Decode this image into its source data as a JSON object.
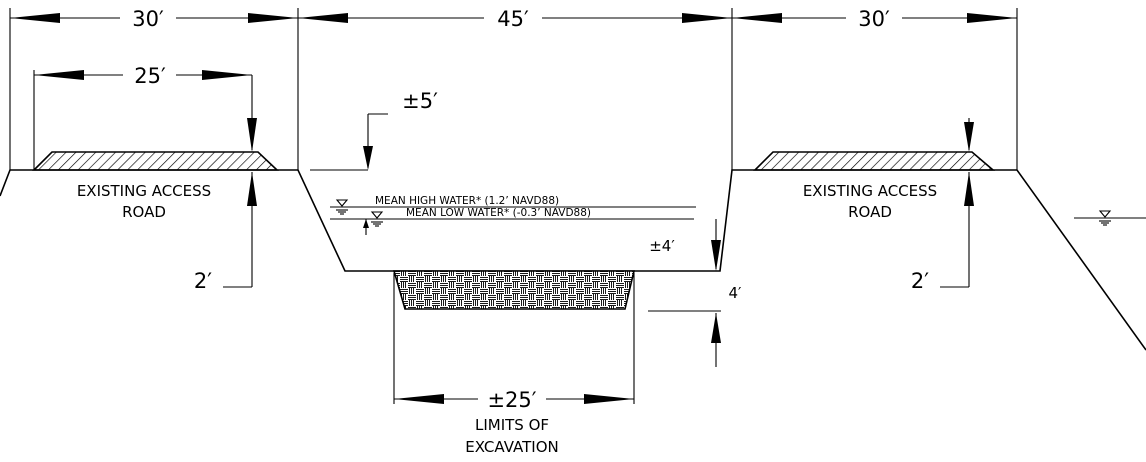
{
  "dimensions": {
    "left_section_width": "30′",
    "center_section_width": "45′",
    "right_section_width": "30′",
    "left_road_width": "25′",
    "bank_offset": "±5′",
    "water_depth": "±4′",
    "excavation_depth": "4′",
    "left_road_height": "2′",
    "right_road_height": "2′",
    "excavation_width": "±25′"
  },
  "labels": {
    "left_road_line1": "EXISTING ACCESS",
    "left_road_line2": "ROAD",
    "right_road_line1": "EXISTING ACCESS",
    "right_road_line2": "ROAD",
    "mean_high_water": "MEAN HIGH WATER* (1.2’ NAVD88)",
    "mean_low_water": "MEAN LOW WATER* (-0.3’ NAVD88)",
    "limits_line1": "LIMITS OF",
    "limits_line2": "EXCAVATION"
  },
  "symbols": {
    "water_level_symbol": "water-level-triangle-icon",
    "hatch_pattern": "diagonal-hatch",
    "fill_pattern": "basket-weave"
  },
  "colors": {
    "line": "#000000",
    "background": "#ffffff"
  }
}
